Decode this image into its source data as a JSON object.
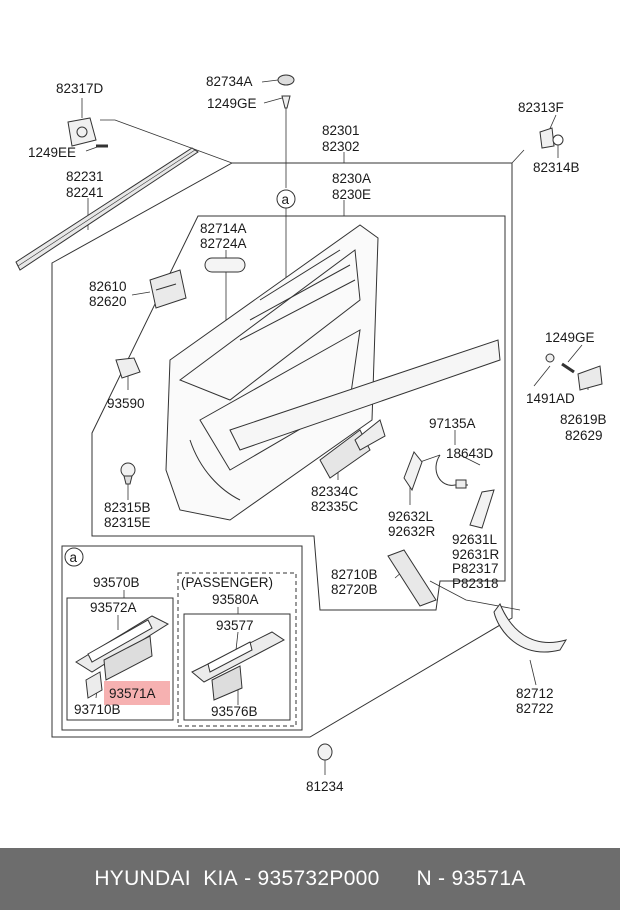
{
  "colors": {
    "highlight": "#f4a3a3",
    "footer_bg": "#6d6d6d",
    "line": "#333333"
  },
  "labels": {
    "p82317D": "82317D",
    "p1249EE": "1249EE",
    "p82231": "82231",
    "p82241": "82241",
    "p82734A": "82734A",
    "p1249GE_top": "1249GE",
    "p82301": "82301",
    "p82302": "82302",
    "p82313F": "82313F",
    "p82314B": "82314B",
    "p8230A": "8230A",
    "p8230E": "8230E",
    "p82714A": "82714A",
    "p82724A": "82724A",
    "p82610": "82610",
    "p82620": "82620",
    "p93590": "93590",
    "p1249GE_right": "1249GE",
    "p1491AD": "1491AD",
    "p82619B": "82619B",
    "p82629": "82629",
    "p97135A": "97135A",
    "p18643D": "18643D",
    "p82315B": "82315B",
    "p82315E": "82315E",
    "p82334C": "82334C",
    "p82335C": "82335C",
    "p92632L": "92632L",
    "p92632R": "92632R",
    "p92631L": "92631L",
    "p92631R": "92631R",
    "pP82317": "P82317",
    "pP82318": "P82318",
    "p82710B": "82710B",
    "p82720B": "82720B",
    "p93570B": "93570B",
    "passenger": "(PASSENGER)",
    "p93572A": "93572A",
    "p93580A": "93580A",
    "p93577": "93577",
    "p93571A": "93571A",
    "p93710B": "93710B",
    "p93576B": "93576B",
    "p82712": "82712",
    "p82722": "82722",
    "p81234": "81234",
    "callout_a": "a",
    "callout_a_box": "a"
  },
  "footer": {
    "brand": "HYUNDAI  KIA",
    "sep1": " - ",
    "part_number": "935732P000",
    "n_label": "N",
    "sep2": " - ",
    "ref_number": "93571A"
  }
}
